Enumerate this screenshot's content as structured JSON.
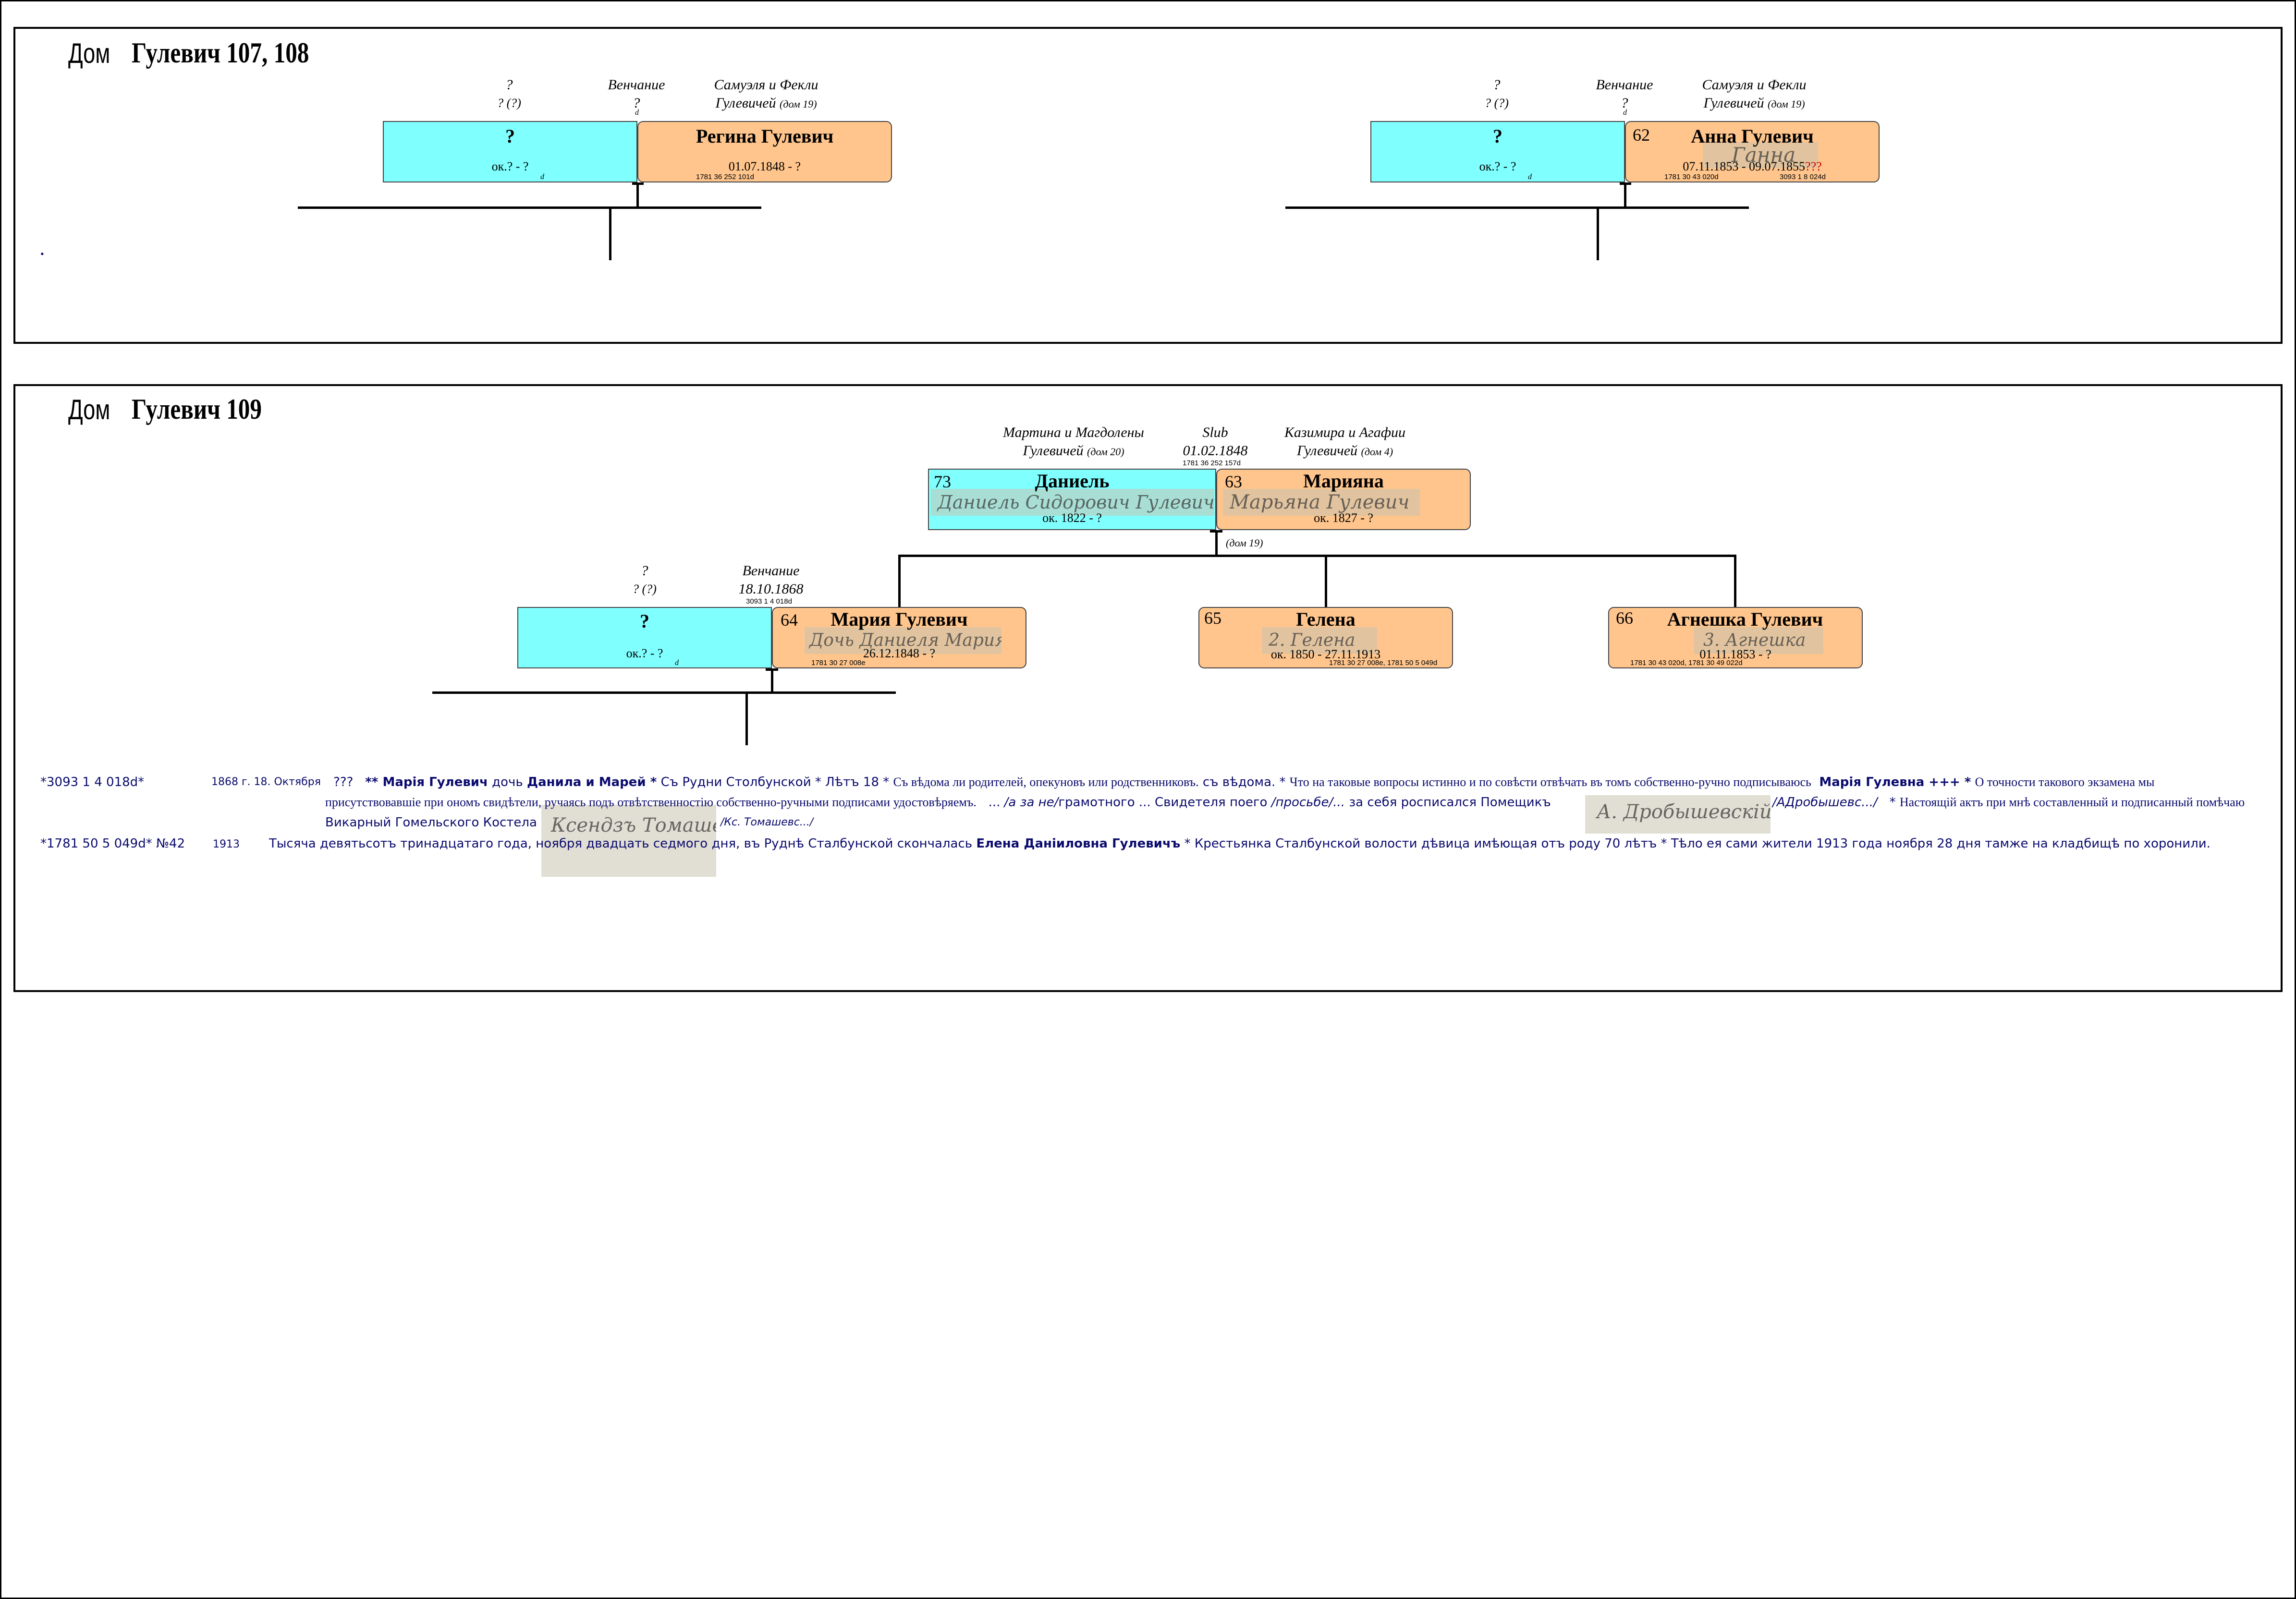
{
  "house1": {
    "title_word": "Дом",
    "title_name": "Гулевич 107, 108",
    "families": [
      {
        "parents_left": [
          "?",
          "? (?)"
        ],
        "marriage": [
          "Венчание",
          "?",
          "d"
        ],
        "parents_right": [
          "Самуэля и Фекли",
          "Гулевичей",
          "(дом 19)"
        ],
        "husband": {
          "name": "?",
          "dates": "ок.? - ?",
          "mark": "d"
        },
        "wife": {
          "num": "",
          "name": "Регина Гулевич",
          "dates": "01.07.1848 - ?",
          "ref": "1781 36 252 101d"
        }
      },
      {
        "parents_left": [
          "?",
          "? (?)"
        ],
        "marriage": [
          "Венчание",
          "?",
          "d"
        ],
        "parents_right": [
          "Самуэля и Фекли",
          "Гулевичей",
          "(дом 19)"
        ],
        "husband": {
          "name": "?",
          "dates": "ок.? - ?",
          "mark": "d"
        },
        "wife": {
          "num": "62",
          "name": "Анна Гулевич",
          "dates": "07.11.1853 - 09.07.1855",
          "dates_suffix": "???",
          "ref": "1781 30 43 020d",
          "ref2": "3093 1 8 024d",
          "signature": "Ганна"
        }
      }
    ],
    "dot": "•"
  },
  "house2": {
    "title_word": "Дом",
    "title_name": "Гулевич 109",
    "top_parents_left": [
      "Мартина и Магдолены",
      "Гулевичей",
      "(дом 20)"
    ],
    "top_marriage": [
      "Slub",
      "01.02.1848",
      "1781 36 252 157d"
    ],
    "top_parents_right": [
      "Казимира и Агафии",
      "Гулевичей",
      "(дом 4)"
    ],
    "daniel": {
      "num": "73",
      "name": "Даниель",
      "dates": "ок. 1822 - ?",
      "signature": "Даниель Сидорович Гулевич"
    },
    "mariyana": {
      "num": "63",
      "name": "Марияна",
      "dates": "ок. 1827 - ?",
      "signature": "Марьяна Гулевич"
    },
    "house_note": "(дом 19)",
    "left_parents": [
      "?",
      "? (?)"
    ],
    "left_marriage": [
      "Венчание",
      "18.10.1868",
      "3093 1 4 018d"
    ],
    "husband2": {
      "name": "?",
      "dates": "ок.? - ?",
      "mark": "d"
    },
    "maria": {
      "num": "64",
      "name": "Мария Гулевич",
      "dates": "26.12.1848 - ?",
      "ref": "1781 30 27 008e",
      "signature": "Дочь Даниеля Мария"
    },
    "gelena": {
      "num": "65",
      "name": "Гелена",
      "dates": "ок. 1850 - 27.11.1913",
      "ref": "1781 30 27 008e, 1781 50 5 049d",
      "signature": "2. Гелена"
    },
    "agneshka": {
      "num": "66",
      "name": "Агнешка Гулевич",
      "dates": "01.11.1853 - ?",
      "ref": "1781 30 43 020d, 1781 30 49 022d",
      "signature": "3. Агнешка"
    },
    "notes": {
      "n1_ref": "*3093 1 4 018d*",
      "n1_date": "1868 г.  18. Октября",
      "n1_q": "???",
      "n1_t1": "** Марія Гулевич",
      "n1_t2": "дочь",
      "n1_t3": "Данила и Марей *",
      "n1_t4": "Съ Рудни Столбунской * Лѣтъ 18 *",
      "n1_t5": "Съ вѣдома ли родителей, опекуновъ или родственниковъ.",
      "n1_t6": "съ вѣдома. *",
      "n1_t7": "Что на таковые вопросы истинно и по совѣсти отвѣчать въ томъ собственно-ручно подписываюсь",
      "n1_t8": "Марія Гулевна +++ *",
      "n1_t9": "О точности такового экзамена мы",
      "n1_l2a": "присутствовавшіе при ономъ свидѣтели, ручаясь подъ отвѣтственностію собственно-ручными подписами удостовѣряемъ.",
      "n1_l2b": "...",
      "n1_l2c": "/а за не/",
      "n1_l2d": "грамотного ... Свидетеля поего",
      "n1_l2e": "/просьбе/...",
      "n1_l2f": "за себя росписался Помещикъ",
      "n1_l2g": "/АДробышевс.../",
      "n1_l2h": "*",
      "n1_l2i": "Настоящій актъ при мнѣ составленный и подписанный помѣчаю",
      "n1_l3a": "Викарный Гомельского Костела",
      "n1_l3b": "/Кс. Томашевс.../",
      "sig1": "Ксендзъ Томашевскій",
      "sig2": "А. Дробышевскій",
      "n2_ref": "*1781 50 5 049d* №42",
      "n2_year": "1913",
      "n2_t1": "Тысяча девятьсотъ тринадцатаго года, ноября двадцать седмого дня, въ Руднѣ Сталбунской скончалась",
      "n2_t2": "Елена Даніиловна Гулевичъ",
      "n2_t3": "* Крестьянка Сталбунской волости дѣвица имѣющая отъ роду 70 лѣтъ * Тѣло ея сами жители 1913 года ноября 28 дня тамже на кладбищѣ по хоронили."
    }
  },
  "colors": {
    "husband_box": "#80ffff",
    "wife_box": "#ffc58c",
    "note_text": "#0b0b6e",
    "accent_red": "#cc0000"
  }
}
